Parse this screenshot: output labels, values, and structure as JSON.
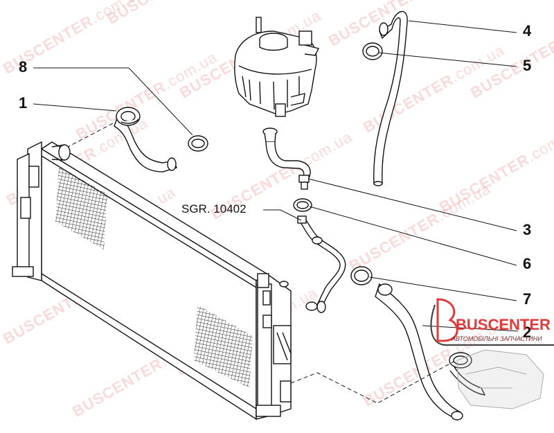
{
  "callouts": [
    {
      "id": "1",
      "label": "1"
    },
    {
      "id": "2",
      "label": "2"
    },
    {
      "id": "3",
      "label": "3"
    },
    {
      "id": "4",
      "label": "4"
    },
    {
      "id": "5",
      "label": "5"
    },
    {
      "id": "6",
      "label": "6"
    },
    {
      "id": "7",
      "label": "7"
    },
    {
      "id": "8",
      "label": "8"
    }
  ],
  "reference_label": "SGR. 10402",
  "watermark": {
    "main": "BUSCENTER",
    "suffix": ".com.ua"
  },
  "logo": {
    "title": "BUSCENTER",
    "subtitle": "АВТОМОБІЛЬНІ ЗАПЧАСТИНИ",
    "accent_color": "#e23a3a"
  }
}
